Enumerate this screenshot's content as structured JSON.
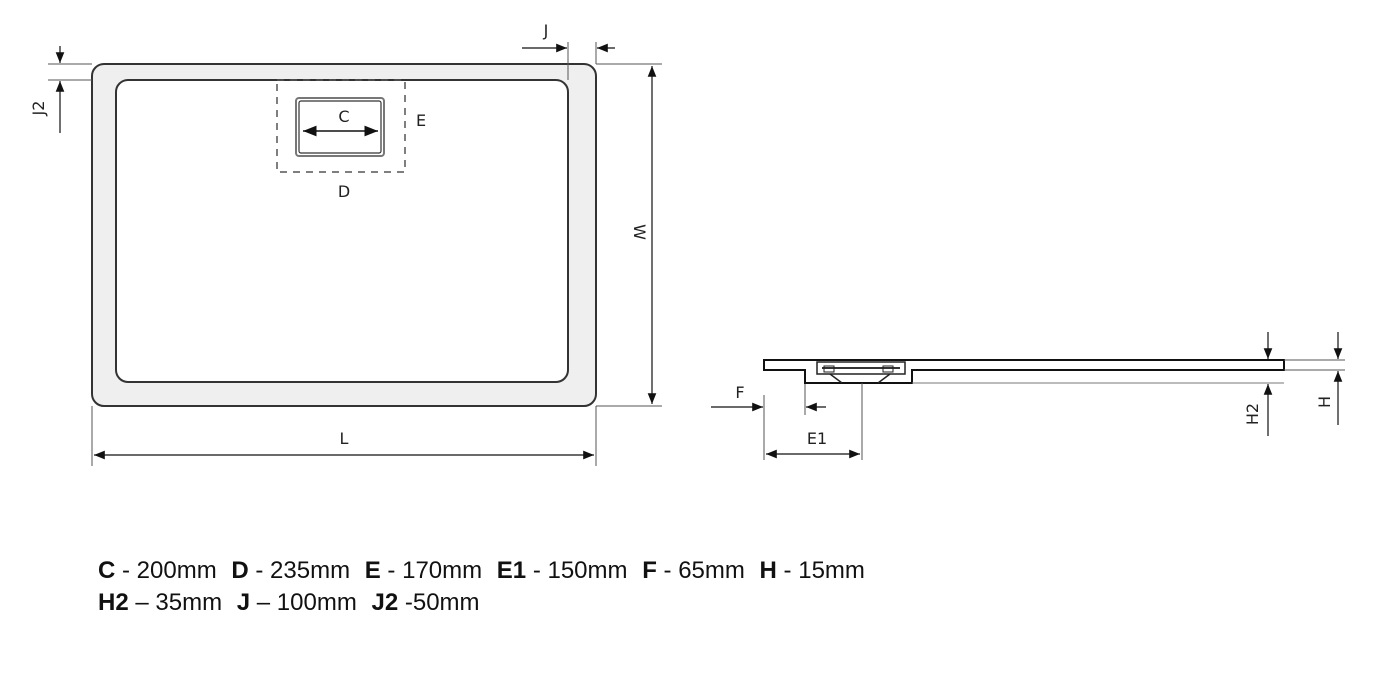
{
  "diagram": {
    "top_view": {
      "labels": {
        "C": "C",
        "D": "D",
        "E": "E",
        "J": "J",
        "J2": "J2",
        "W": "W",
        "L": "L"
      }
    },
    "side_view": {
      "labels": {
        "F": "F",
        "E1": "E1",
        "H": "H",
        "H2": "H2"
      }
    }
  },
  "legend": {
    "rows": [
      [
        {
          "key": "C",
          "sep": " - ",
          "value": "200mm"
        },
        {
          "key": "D",
          "sep": " - ",
          "value": "235mm"
        },
        {
          "key": "E",
          "sep": " - ",
          "value": "170mm"
        },
        {
          "key": "E1",
          "sep": " - ",
          "value": "150mm"
        },
        {
          "key": "F",
          "sep": " - ",
          "value": "65mm"
        },
        {
          "key": "H",
          "sep": " - ",
          "value": "15mm"
        }
      ],
      [
        {
          "key": "H2",
          "sep": " – ",
          "value": "35mm"
        },
        {
          "key": "J",
          "sep": " – ",
          "value": "100mm"
        },
        {
          "key": "J2",
          "sep": " -",
          "value": "50mm"
        }
      ]
    ]
  }
}
